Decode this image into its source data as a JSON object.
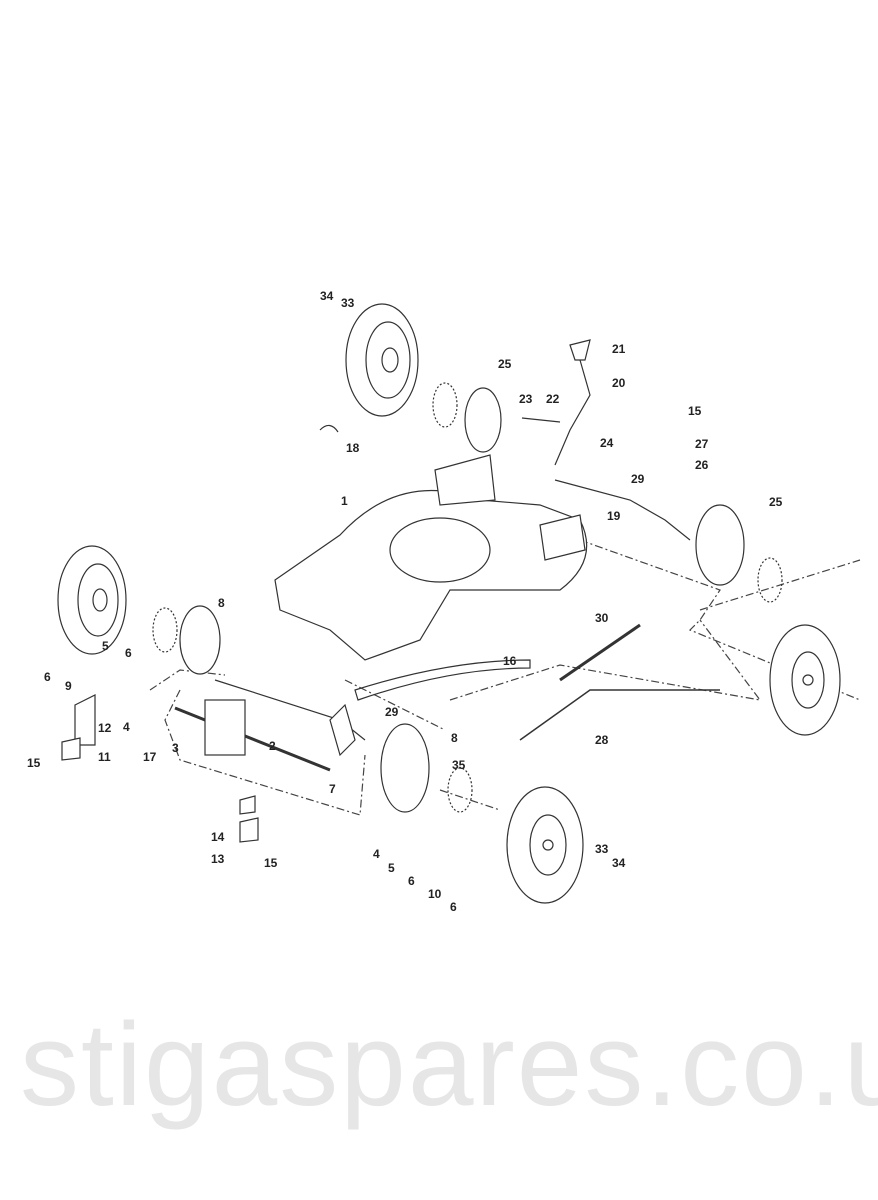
{
  "watermark": "stigaspares.co.uk",
  "callouts": [
    "34",
    "33",
    "25",
    "21",
    "20",
    "23",
    "22",
    "15",
    "18",
    "27",
    "24",
    "26",
    "29",
    "1",
    "19",
    "25",
    "8",
    "30",
    "5",
    "6",
    "16",
    "6",
    "9",
    "4",
    "12",
    "29",
    "2",
    "3",
    "28",
    "8",
    "11",
    "15",
    "17",
    "35",
    "7",
    "14",
    "13",
    "15",
    "33",
    "4",
    "34",
    "5",
    "6",
    "10",
    "6"
  ]
}
